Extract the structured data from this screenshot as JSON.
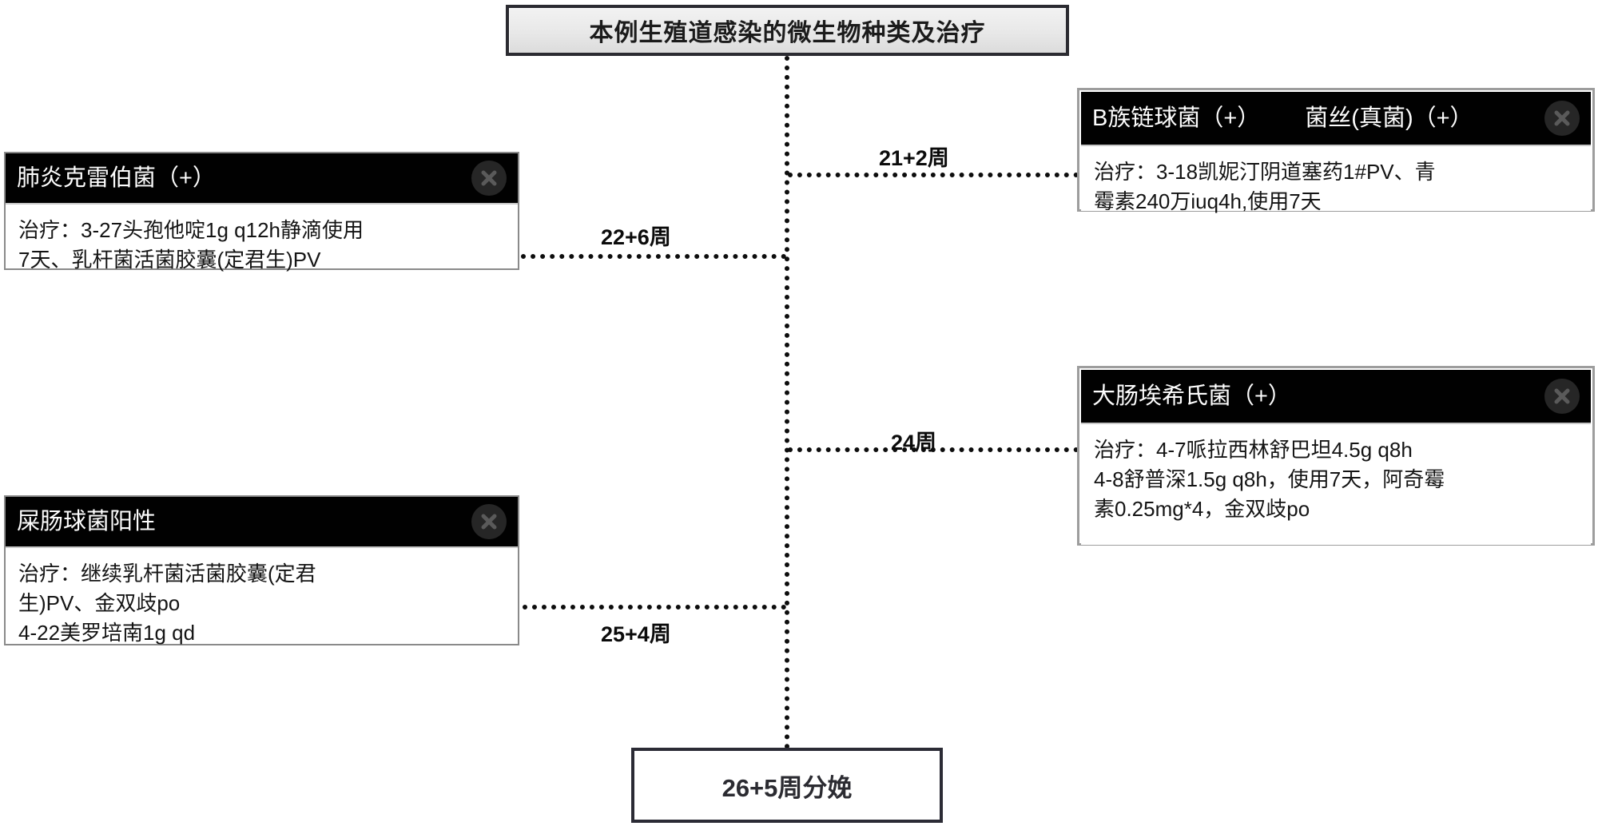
{
  "title": {
    "text": "本例生殖道感染的微生物种类及治疗"
  },
  "cards": [
    {
      "id": "klebsiella",
      "header": "肺炎克雷伯菌（+）",
      "header_secondary": "",
      "close_icon": "close-icon",
      "body_lines": [
        "治疗：3-27头孢他啶1g q12h静滴使用",
        "7天、乳杆菌活菌胶囊(定君生)PV"
      ]
    },
    {
      "id": "enterococcus",
      "header": "屎肠球菌阳性",
      "header_secondary": "",
      "close_icon": "close-icon",
      "body_lines": [
        "治疗：继续乳杆菌活菌胶囊(定君",
        "生)PV、金双歧po",
        "4-22美罗培南1g qd"
      ]
    },
    {
      "id": "gbs",
      "header": "B族链球菌（+）",
      "header_secondary": "菌丝(真菌)（+）",
      "close_icon": "close-icon",
      "body_lines": [
        "治疗：3-18凯妮汀阴道塞药1#PV、青",
        "霉素240万iuq4h,使用7天"
      ]
    },
    {
      "id": "ecoli",
      "header": "大肠埃希氏菌（+）",
      "header_secondary": "",
      "close_icon": "close-icon",
      "body_lines": [
        "治疗：4-7哌拉西林舒巴坦4.5g q8h",
        "4-8舒普深1.5g q8h，使用7天，阿奇霉",
        "素0.25mg*4，金双歧po"
      ]
    }
  ],
  "edge_labels": {
    "gbs": "21+2周",
    "klebsiella": "22+6周",
    "ecoli": "24周",
    "enterococcus": "25+4周"
  },
  "outcome": {
    "text": "26+5周分娩"
  },
  "colors": {
    "header_bg": "#010101",
    "header_text": "#ffffff",
    "title_border": "#2b2b31",
    "title_bg": "#e8e8e8",
    "card_frame": "#9d9d9d",
    "connector": "#0d0d0d",
    "outcome_border": "#2b2b35"
  }
}
